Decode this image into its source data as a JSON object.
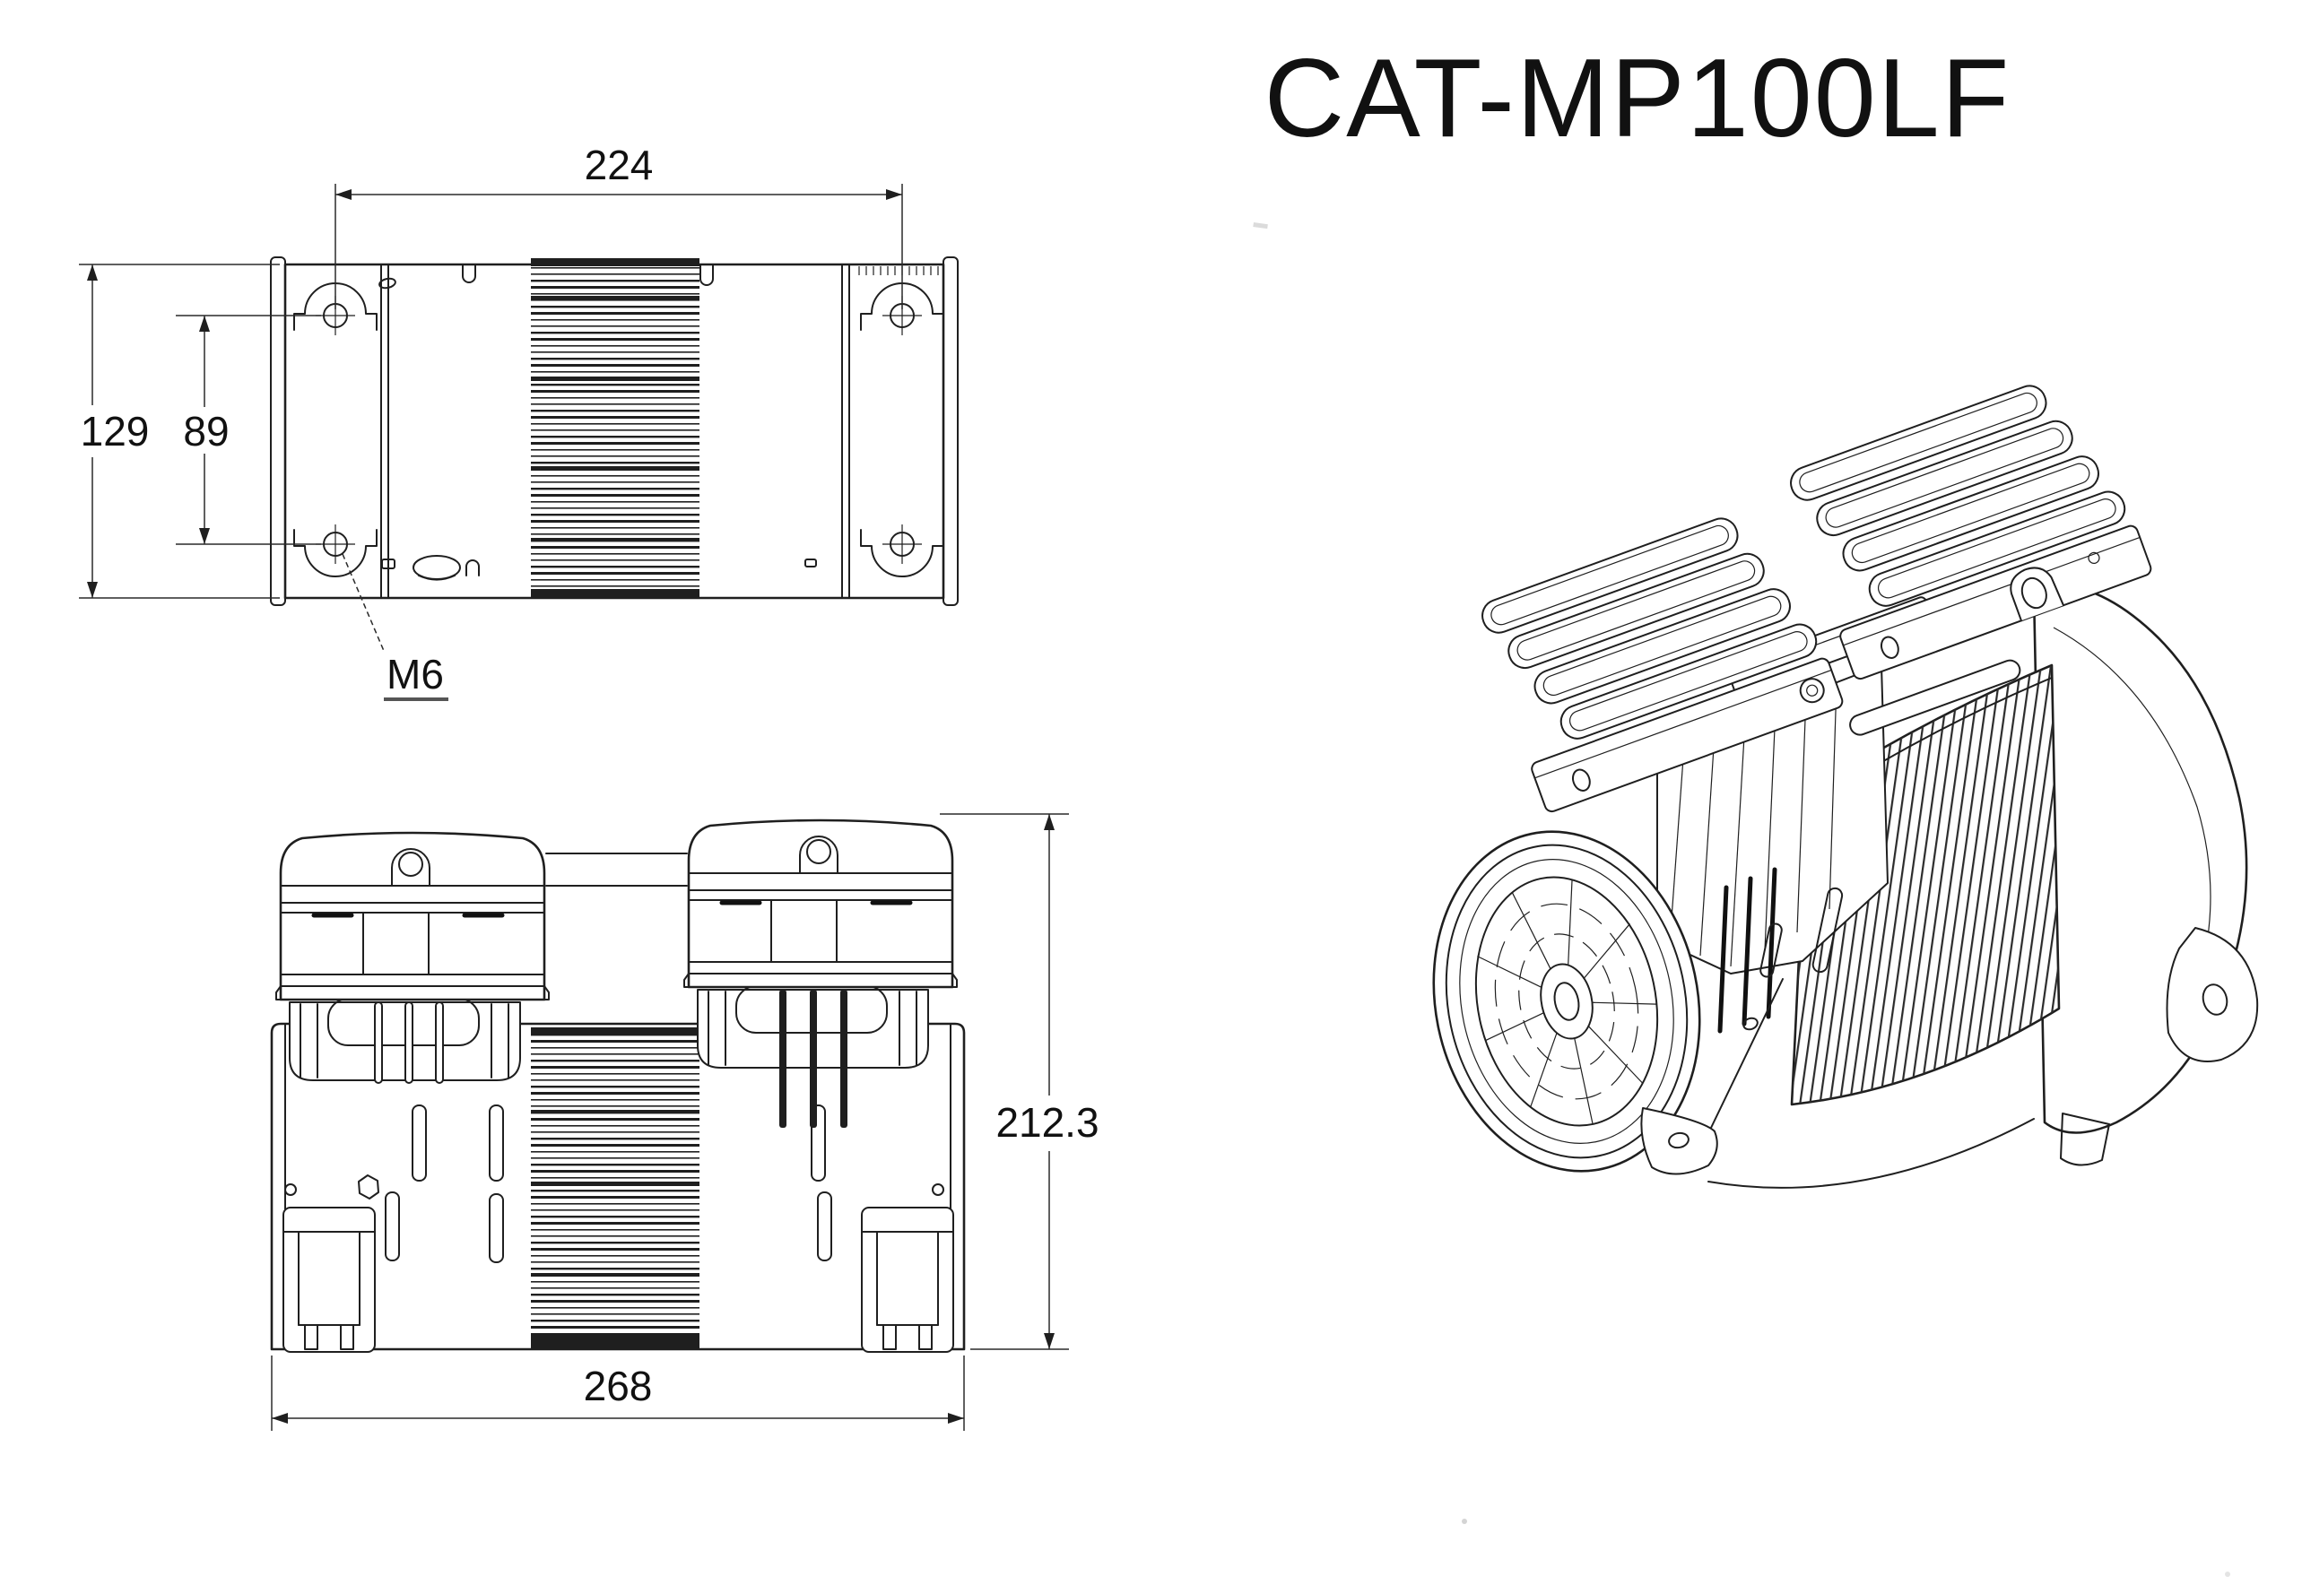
{
  "title": "CAT-MP100LF",
  "dimensions": {
    "top_view": {
      "mount_hole_span": "224",
      "body_depth": "129",
      "hole_spacing": "89",
      "thread_callout": "M6"
    },
    "front_view": {
      "overall_height": "212.3",
      "overall_width": "268"
    }
  },
  "colors": {
    "line": "#1f1f1f",
    "background": "#ffffff"
  }
}
